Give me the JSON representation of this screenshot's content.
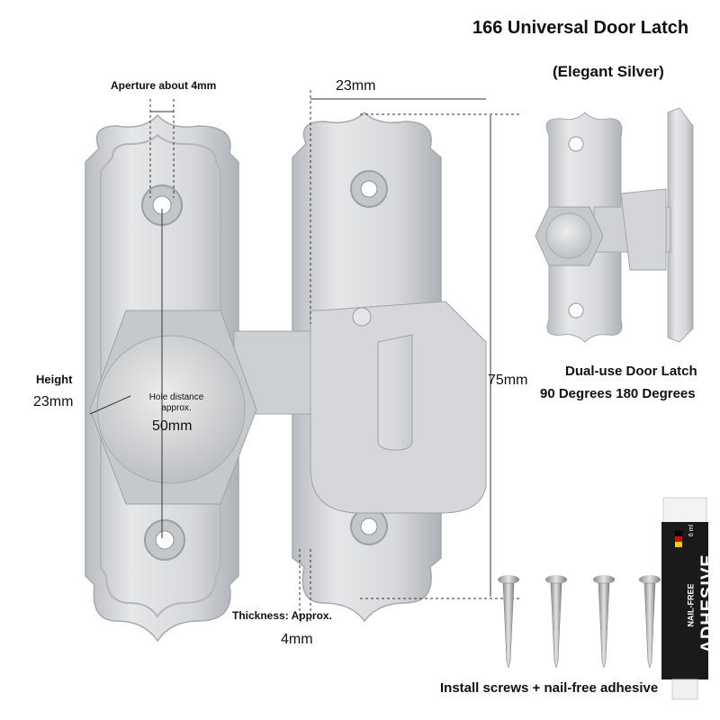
{
  "title": "166 Universal Door Latch",
  "subtitle": "(Elegant Silver)",
  "labels": {
    "aperture": "Aperture about 4mm",
    "width": "23mm",
    "height_label": "Height",
    "height_value": "23mm",
    "hole_distance": "Hole distance approx.",
    "hole_distance_value": "50mm",
    "length": "75mm",
    "thickness_label": "Thickness: Approx.",
    "thickness_value": "4mm",
    "dual_use": "Dual-use Door Latch",
    "degrees": "90 Degrees 180 Degrees",
    "install": "Install screws + nail-free adhesive"
  },
  "tube": {
    "brand": "NAIL-FREE",
    "name": "ADHESIVE",
    "volume": "6 ml"
  },
  "colors": {
    "silver": "#d8dadc",
    "tube": "#1a1a1a"
  }
}
